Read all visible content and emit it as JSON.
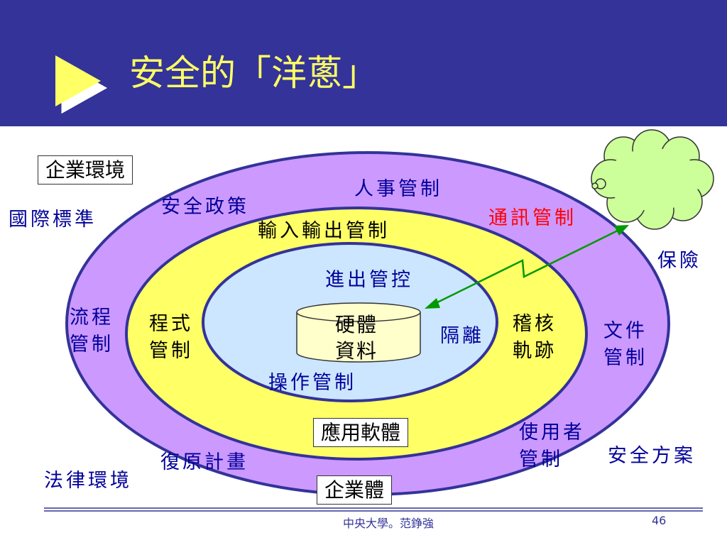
{
  "slide": {
    "title": "安全的「洋蔥」",
    "footer_author": "中央大學。范錚強",
    "page_number": "46"
  },
  "diagram": {
    "enterprise_env": "企業環境",
    "outer_ring": {
      "international_standards": "國際標準",
      "process_control_1": "流程",
      "process_control_2": "管制",
      "legal_env": "法律環境",
      "insurance": "保險",
      "document_control_1": "文件",
      "document_control_2": "管制",
      "security_plan": "安全方案"
    },
    "purple_ring": {
      "security_policy": "安全政策",
      "personnel_control": "人事管制",
      "communication_control": "通訊管制",
      "recovery_plan": "復原計畫",
      "user_control_1": "使用者",
      "user_control_2": "管制",
      "enterprise": "企業體"
    },
    "yellow_ring": {
      "io_control": "輸入輸出管制",
      "program_control_1": "程式",
      "program_control_2": "管制",
      "audit_trail_1": "稽核",
      "audit_trail_2": "軌跡",
      "application_software": "應用軟體"
    },
    "core_ring": {
      "access_control": "進出管控",
      "isolation": "隔離",
      "operation_control": "操作管制",
      "hardware_data_1": "硬體",
      "hardware_data_2": "資料"
    }
  },
  "colors": {
    "header_bg": "#333399",
    "title_text": "#ffff66",
    "outer_ellipse": "#cc99ff",
    "middle_ellipse": "#ffff66",
    "inner_ellipse": "#cce6ff",
    "cylinder": "#ffffcc",
    "arrow": "#009900",
    "cloud": "#ccff99",
    "label_blue": "#000099",
    "label_red": "#ff0000"
  },
  "icons": {
    "header_arrow": "right-triangle-icon",
    "cloud": "cloud-icon",
    "double_arrow": "zigzag-double-arrow-icon"
  }
}
